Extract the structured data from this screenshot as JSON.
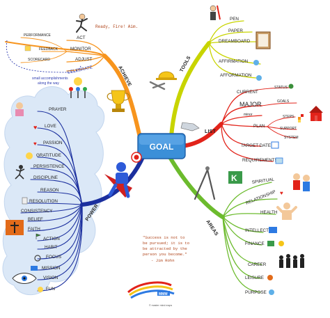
{
  "center": {
    "label": "GOAL"
  },
  "achieve": {
    "title": "ACHIEVE",
    "items": [
      "ACT",
      "MONITOR",
      "ADJUST",
      "CELEBRATE"
    ],
    "monitor_sub": [
      "PERFORMANCE",
      "FEEDBACK",
      "SCORECARD"
    ],
    "note": [
      "small accomplishments",
      "along the way"
    ],
    "callout": "Ready, Fire! Aim."
  },
  "tools": {
    "title": "TOOLS",
    "items": [
      "PEN",
      "PAPER",
      "DREAMBOARD",
      "AFFIRMATION",
      "AFFORMATION"
    ]
  },
  "list": {
    "title": "LIST",
    "items": [
      "CURRENT",
      "MAJOR",
      "minor",
      "PLAN",
      "TARGET DATE",
      "REQUIREMENTS"
    ],
    "current_sub": [
      "STATUS"
    ],
    "major_sub": [
      "GOALS"
    ],
    "plan_sub": [
      "STEPS",
      "SUPPORT",
      "SYSTEM"
    ]
  },
  "power": {
    "title": "POWER",
    "items": [
      "PRAYER",
      "LOVE",
      "PASSION",
      "GRATITUDE",
      "PERSISTENCE",
      "DISCIPLINE",
      "REASON",
      "RESOLUTION",
      "CONSISTENCY",
      "BELIEF",
      "FAITH",
      "ACTION",
      "HABIT",
      "FOCUS",
      "MISSION",
      "VISION",
      "FUN"
    ]
  },
  "areas": {
    "title": "AREAS",
    "items": [
      "SPIRITUAL",
      "RELATIONSHIP",
      "HEALTH",
      "INTELLECT",
      "FINANCE",
      "CAREER",
      "LEISURE",
      "PURPOSE"
    ]
  },
  "quote": {
    "lines": [
      "\"Success is not to",
      "be pursued; it is to",
      "be attracted by the",
      "person you become.\"",
      "- Jim Rohn"
    ]
  },
  "footer": {
    "logo_text": "MMM",
    "credit": "© master mind maps"
  },
  "colors": {
    "achieve": "#f7941d",
    "tools": "#c8d400",
    "list": "#e2231a",
    "power": "#1b2f9e",
    "areas": "#6cbb2d",
    "center": "#3b8fd8",
    "cloud": "#dbe8f7"
  }
}
